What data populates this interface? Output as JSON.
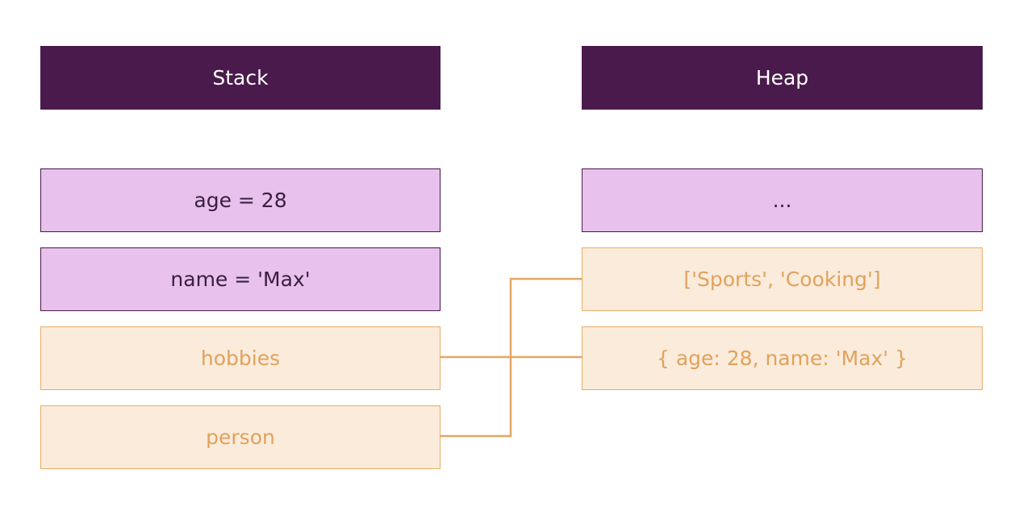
{
  "stack": {
    "header": "Stack",
    "items": [
      {
        "label": "age = 28",
        "kind": "primitive"
      },
      {
        "label": "name = 'Max'",
        "kind": "primitive"
      },
      {
        "label": "hobbies",
        "kind": "reference"
      },
      {
        "label": "person",
        "kind": "reference"
      }
    ]
  },
  "heap": {
    "header": "Heap",
    "items": [
      {
        "label": "...",
        "kind": "primitive"
      },
      {
        "label": "['Sports', 'Cooking']",
        "kind": "reference"
      },
      {
        "label": "{ age: 28, name: 'Max' }",
        "kind": "reference"
      }
    ]
  },
  "colors": {
    "header_bg": "#4a1a4c",
    "primitive_bg": "#e8c2ec",
    "reference_bg": "#fbebdb",
    "reference_text": "#e0a25c",
    "connector": "#e3a862"
  }
}
